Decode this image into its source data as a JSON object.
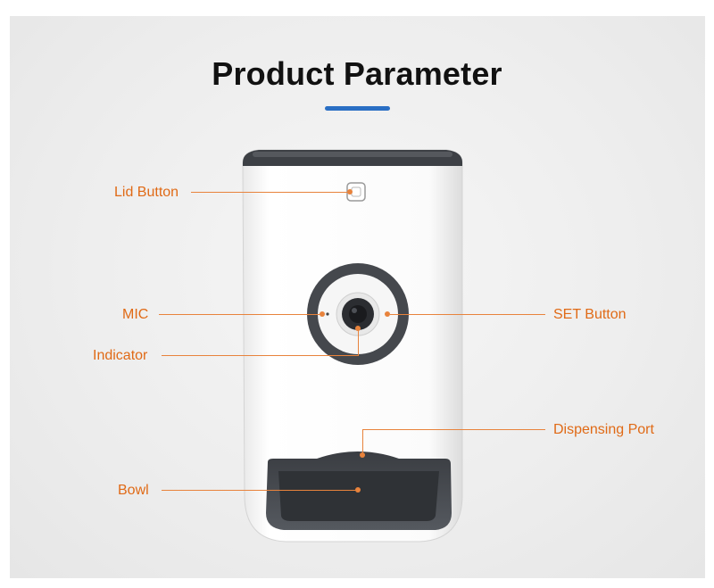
{
  "title": "Product Parameter",
  "accent_color": "#2a6fc4",
  "label_color": "#e06a16",
  "callouts": {
    "lid_button": "Lid Button",
    "mic": "MIC",
    "indicator": "Indicator",
    "set_button": "SET Button",
    "dispensing_port": "Dispensing Port",
    "bowl": "Bowl"
  }
}
